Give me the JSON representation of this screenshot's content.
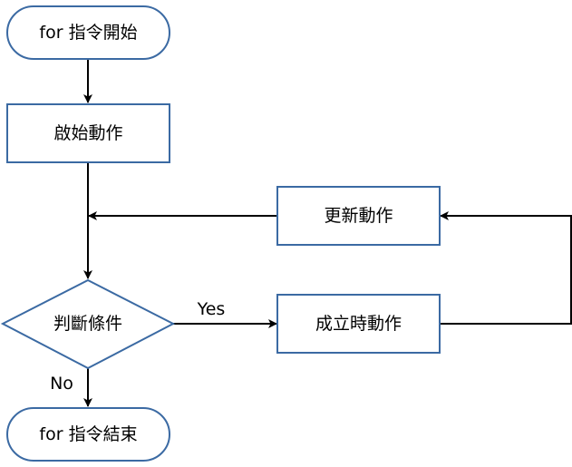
{
  "colors": {
    "node_border": "#3b6aa3",
    "node_fill": "#ffffff",
    "edge": "#000000",
    "text": "#000000"
  },
  "nodes": {
    "start": {
      "label": "for 指令開始",
      "shape": "rounded"
    },
    "init": {
      "label": "啟始動作",
      "shape": "rect"
    },
    "condition": {
      "label": "判斷條件",
      "shape": "diamond"
    },
    "action": {
      "label": "成立時動作",
      "shape": "rect"
    },
    "update": {
      "label": "更新動作",
      "shape": "rect"
    },
    "end": {
      "label": "for 指令結束",
      "shape": "rounded"
    }
  },
  "edges": {
    "yes_label": "Yes",
    "no_label": "No"
  }
}
